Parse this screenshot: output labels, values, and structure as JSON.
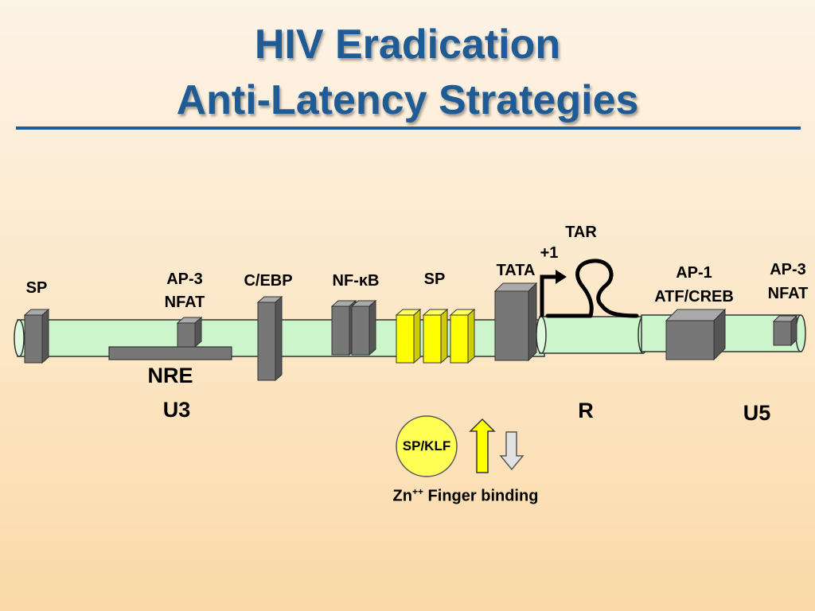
{
  "title": {
    "line1": "HIV Eradication",
    "line2": "Anti-Latency Strategies"
  },
  "diagram": {
    "labels": {
      "sp_left": "SP",
      "ap3_nfat_left_line1": "AP-3",
      "ap3_nfat_left_line2": "NFAT",
      "cebp": "C/EBP",
      "nfkb": "NF-κB",
      "sp_mid": "SP",
      "tata": "TATA",
      "plus1": "+1",
      "tar": "TAR",
      "ap1_line1": "AP-1",
      "ap1_line2": "ATF/CREB",
      "ap3_nfat_right_line1": "AP-3",
      "ap3_nfat_right_line2": "NFAT",
      "nre": "NRE",
      "u3": "U3",
      "r": "R",
      "u5": "U5"
    },
    "legend": {
      "sp_klf": "SP/KLF",
      "zn_prefix": "Zn",
      "zn_superscript": "++",
      "finger_binding": " Finger binding"
    },
    "colors": {
      "title": "#1f5b95",
      "tube_fill": "#ccf5cc",
      "box_gray": "#777777",
      "sp_yellow": "#ffff00",
      "up_arrow": "#ffff00",
      "down_arrow": "#dddddd"
    }
  }
}
